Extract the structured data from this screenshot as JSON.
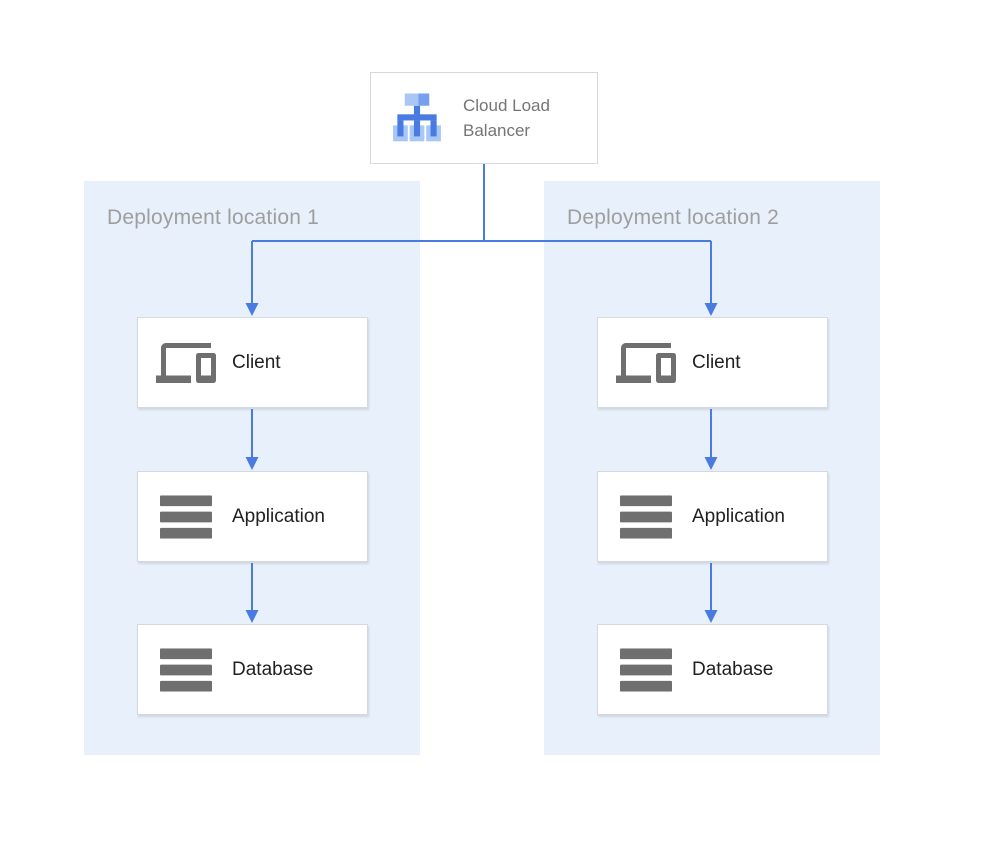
{
  "diagram": {
    "load_balancer": {
      "label": "Cloud Load Balancer",
      "icon": "cloud-load-balancer-icon"
    },
    "locations": [
      {
        "label": "Deployment location 1",
        "nodes": [
          {
            "label": "Client",
            "icon": "devices-icon"
          },
          {
            "label": "Application",
            "icon": "server-stack-icon"
          },
          {
            "label": "Database",
            "icon": "server-stack-icon"
          }
        ]
      },
      {
        "label": "Deployment location 2",
        "nodes": [
          {
            "label": "Client",
            "icon": "devices-icon"
          },
          {
            "label": "Application",
            "icon": "server-stack-icon"
          },
          {
            "label": "Database",
            "icon": "server-stack-icon"
          }
        ]
      }
    ]
  },
  "colors": {
    "arrow-blue": "#4a7be0",
    "panel-bg": "#e8f1fb",
    "panel-label": "#9e9e9e",
    "node-border": "#d5d8dd",
    "node-label": "#212121",
    "icon-gray": "#6f6f6f",
    "lb-light": "#a9c7f6",
    "lb-medium": "#76a0ee",
    "lb-dark": "#4a7be0",
    "lb-label": "#757575"
  }
}
